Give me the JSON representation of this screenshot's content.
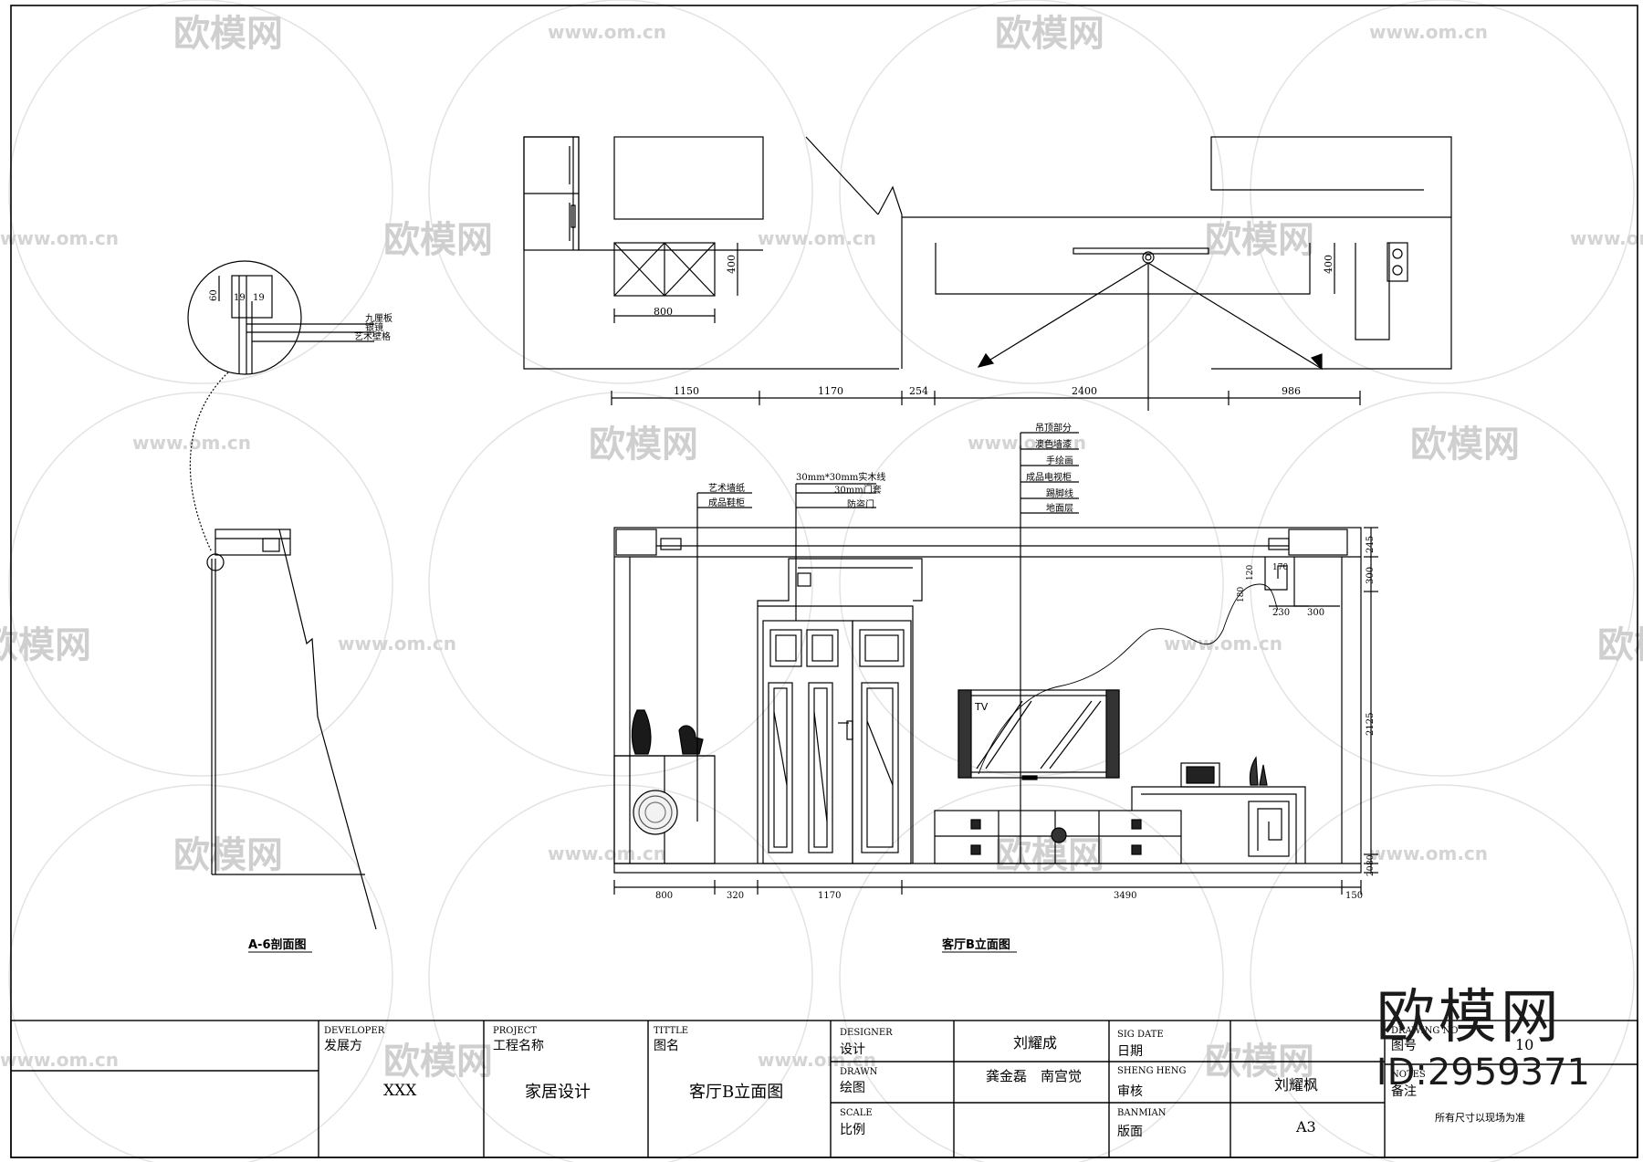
{
  "watermark": {
    "text": "欧模网",
    "url": "www.om.cn"
  },
  "brand": {
    "text": "欧模网",
    "id": "ID:2959371"
  },
  "plan": {
    "dim_400_left": "400",
    "dim_800": "800",
    "dim_400_right": "400",
    "bottom_dims": [
      "1150",
      "1170",
      "254",
      "2400",
      "986"
    ]
  },
  "section_detail": {
    "dim_60": "60",
    "dim_19a": "19",
    "dim_19b": "19",
    "labels": [
      "九厘板",
      "银镜",
      "艺术壁格"
    ],
    "title": "A-6剖面图"
  },
  "elevation": {
    "title": "客厅B立面图",
    "callouts_left": [
      "艺术墙纸",
      "成品鞋柜"
    ],
    "callouts_mid": [
      "30mm*30mm实木线",
      "30mm门套",
      "防盗门"
    ],
    "callouts_right": [
      "吊顶部分",
      "澳色墙漆",
      "手绘画",
      "成品电视柜",
      "踢脚线",
      "地面层"
    ],
    "tv_label": "TV",
    "right_dims": [
      "245",
      "300",
      "2125",
      "80",
      "20"
    ],
    "inner_dims": [
      "120",
      "180",
      "170",
      "230",
      "300"
    ],
    "bottom_dims": [
      "800",
      "320",
      "1170",
      "3490",
      "150"
    ]
  },
  "title_block": {
    "developer_en": "DEVELOPER",
    "developer_cn": "发展方",
    "developer_value": "XXX",
    "project_en": "PROJECT",
    "project_cn": "工程名称",
    "project_value": "家居设计",
    "title_en": "TITTLE",
    "title_cn": "图名",
    "title_value": "客厅B立面图",
    "designer_en": "DESIGNER",
    "designer_cn": "设计",
    "designer_value": "刘耀成",
    "drawn_en": "DRAWN",
    "drawn_cn": "绘图",
    "drawn_value": "龚金磊　南宫觉",
    "scale_en": "SCALE",
    "scale_cn": "比例",
    "sigdate_en": "SIG DATE",
    "sigdate_cn": "日期",
    "sheng_en": "SHENG HENG",
    "sheng_cn": "审核",
    "sheng_value": "刘耀枫",
    "banmian_en": "BANMIAN",
    "banmian_cn": "版面",
    "banmian_value": "A3",
    "drawing_no_en": "DRAWING NO",
    "drawing_no_cn": "图号",
    "drawing_no_value": "10",
    "notes_en": "NOTES",
    "notes_cn": "备注",
    "notes_value": "所有尺寸以现场为准"
  }
}
